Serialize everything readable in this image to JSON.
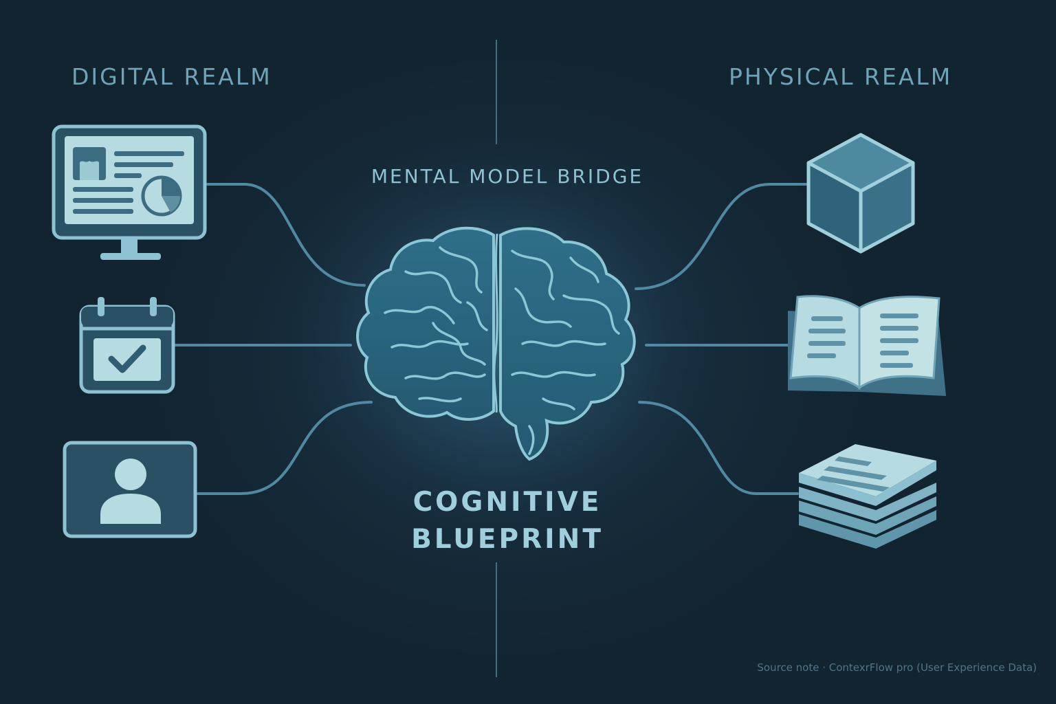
{
  "left_realm": {
    "title": "DIGITAL REALM"
  },
  "right_realm": {
    "title": "PHYSICAL REALM"
  },
  "bridge": {
    "title": "MENTAL MODEL BRIDGE"
  },
  "center": {
    "line1": "COGNITIVE",
    "line2": "BLUEPRINT"
  },
  "footer": {
    "source_note": "Source note · ContexrFlow pro (User Experience Data)"
  },
  "left_items": [
    {
      "icon": "monitor-dashboard-icon"
    },
    {
      "icon": "calendar-check-icon"
    },
    {
      "icon": "user-profile-card-icon"
    }
  ],
  "right_items": [
    {
      "icon": "cube-icon"
    },
    {
      "icon": "open-book-icon"
    },
    {
      "icon": "paper-stack-icon"
    }
  ],
  "colors": {
    "background": "#152634",
    "accent": "#7fb3c7",
    "icon_fill": "#b9dde0",
    "connector": "#4f8aa2"
  }
}
